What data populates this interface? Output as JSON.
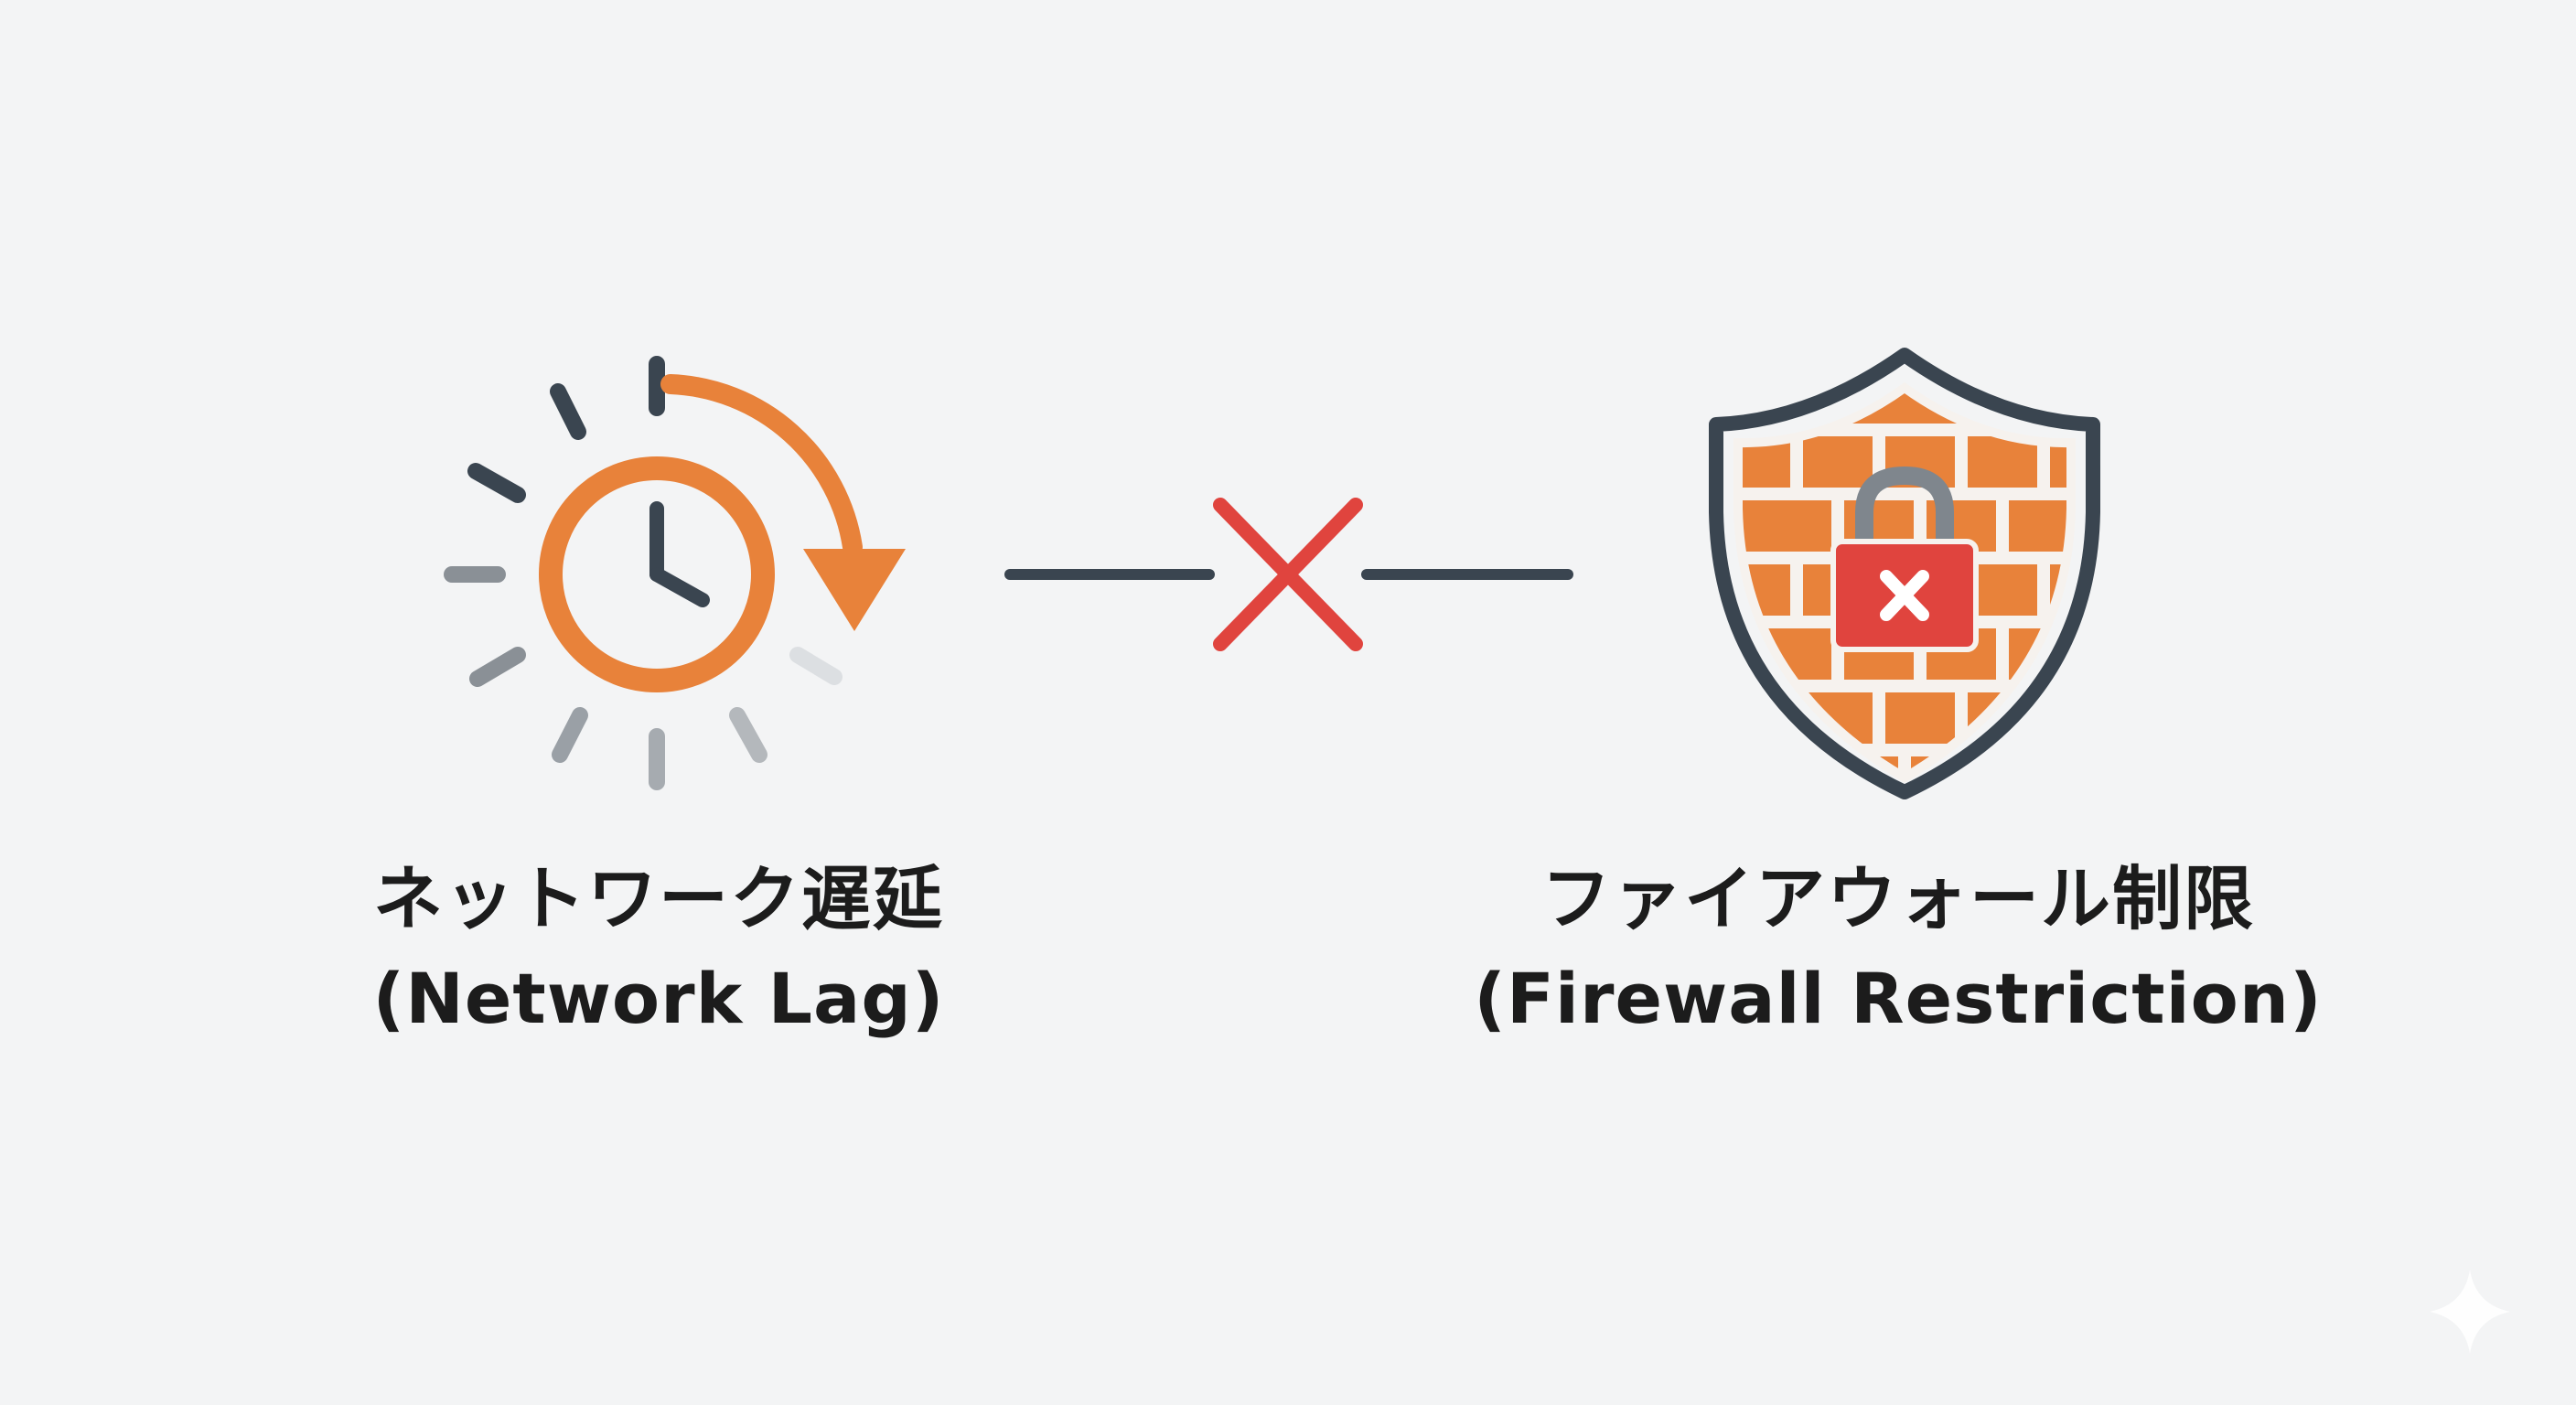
{
  "left": {
    "title_jp": "ネットワーク遅延",
    "title_en": "(Network Lag)",
    "icon": "delayed-clock-icon"
  },
  "right": {
    "title_jp": "ファイアウォール制限",
    "title_en": "(Firewall Restriction)",
    "icon": "firewall-shield-lock-icon"
  },
  "connector": {
    "icon": "blocked-x-icon"
  },
  "colors": {
    "background": "#f3f4f5",
    "orange": "#e8823a",
    "dark": "#3a4550",
    "red": "#e0443e",
    "gray": "#9aa0a6",
    "text": "#1c1c1c"
  }
}
